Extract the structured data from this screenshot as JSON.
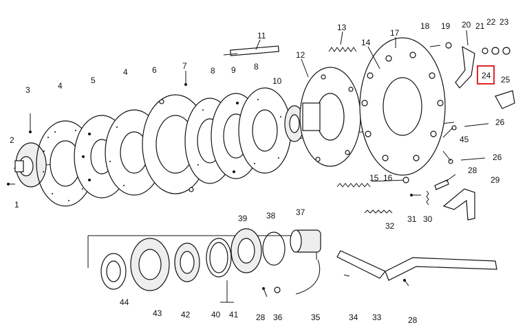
{
  "highlight_color": "#e0262a",
  "labels": {
    "l1": "1",
    "l2": "2",
    "l3": "3",
    "l4a": "4",
    "l4b": "4",
    "l5": "5",
    "l6": "6",
    "l7": "7",
    "l8a": "8",
    "l8b": "8",
    "l9": "9",
    "l10": "10",
    "l11": "11",
    "l12": "12",
    "l13": "13",
    "l14": "14",
    "l15": "15",
    "l16": "16",
    "l17": "17",
    "l18": "18",
    "l19": "19",
    "l20": "20",
    "l21": "21",
    "l22": "22",
    "l23": "23",
    "l24": "24",
    "l25": "25",
    "l26a": "26",
    "l26b": "26",
    "l28a": "28",
    "l28b": "28",
    "l28c": "28",
    "l29": "29",
    "l30": "30",
    "l31": "31",
    "l32": "32",
    "l33": "33",
    "l34": "34",
    "l35": "35",
    "l36": "36",
    "l37": "37",
    "l38": "38",
    "l39": "39",
    "l40": "40",
    "l41": "41",
    "l42": "42",
    "l43": "43",
    "l44": "44",
    "l45": "45"
  }
}
